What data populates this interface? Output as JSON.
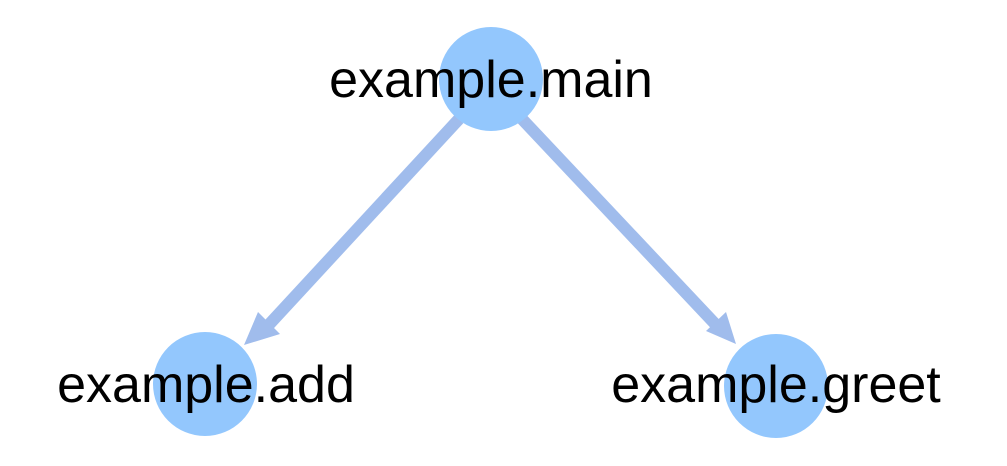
{
  "colors": {
    "node_fill": "#93c7fd",
    "edge_stroke": "#a0bcec",
    "label": "#000000",
    "background": "#ffffff"
  },
  "graph": {
    "nodes": [
      {
        "id": "main",
        "label": "example.main"
      },
      {
        "id": "add",
        "label": "example.add"
      },
      {
        "id": "greet",
        "label": "example.greet"
      }
    ],
    "edges": [
      {
        "from": "main",
        "to": "add"
      },
      {
        "from": "main",
        "to": "greet"
      }
    ]
  }
}
